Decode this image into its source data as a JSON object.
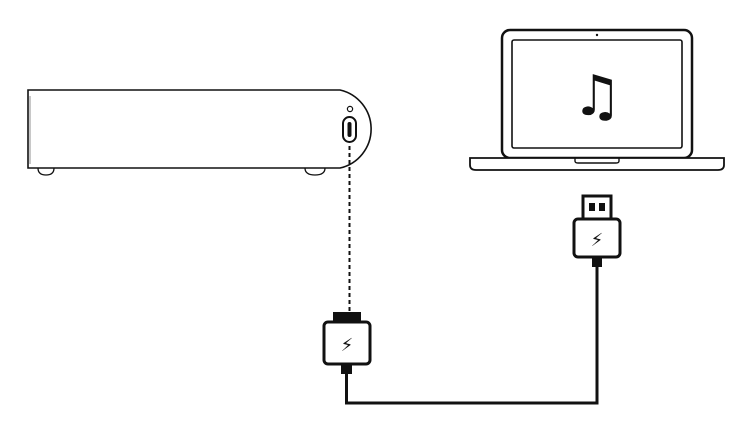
{
  "diagram": {
    "nodes": [
      {
        "id": "speaker",
        "kind": "soundbar-speaker"
      },
      {
        "id": "laptop",
        "kind": "laptop-computer"
      },
      {
        "id": "usb-c-plug",
        "kind": "usb-c-connector"
      },
      {
        "id": "usb-a-plug",
        "kind": "usb-a-connector"
      }
    ],
    "edges": [
      {
        "from": "speaker",
        "to": "usb-c-plug",
        "style": "dashed"
      },
      {
        "from": "usb-c-plug",
        "to": "usb-a-plug",
        "style": "solid"
      },
      {
        "from": "usb-a-plug",
        "to": "laptop",
        "style": "plugged"
      }
    ],
    "icons": {
      "laptop_screen": "music-note-icon",
      "plugs": "lightning-bolt-icon"
    },
    "glyphs": {
      "music": "♫",
      "bolt": "⚡"
    },
    "colors": {
      "stroke": "#111111",
      "body": "#ffffff",
      "background": "#ffffff"
    }
  }
}
